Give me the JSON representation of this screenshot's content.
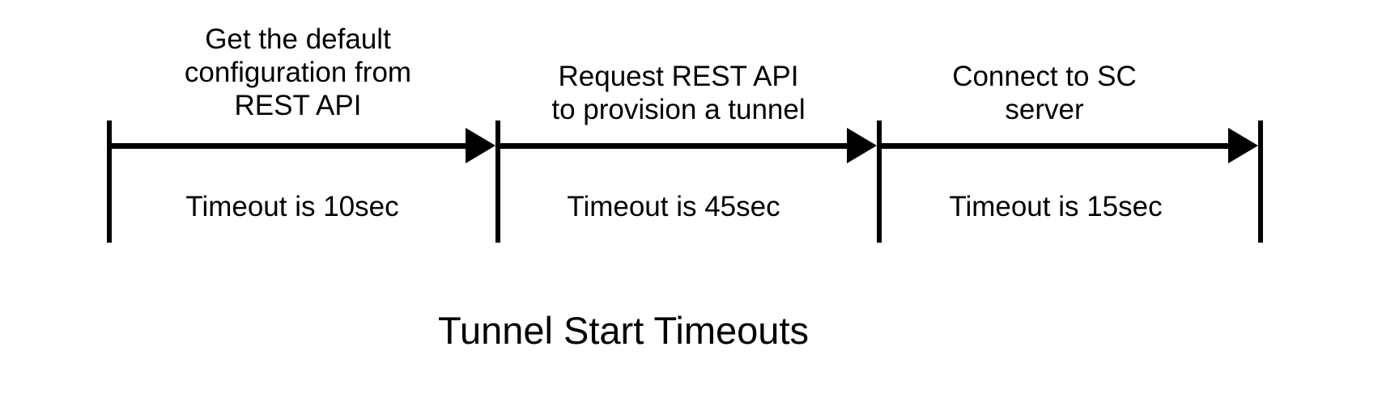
{
  "title": "Tunnel Start Timeouts",
  "colors": {
    "foreground": "#000000",
    "background": "#ffffff"
  },
  "diagram": {
    "type": "timeline",
    "sections": [
      {
        "label": "Get the default\nconfiguration from\nREST API",
        "timeout": "Timeout is 10sec"
      },
      {
        "label": "Request REST API\nto provision a tunnel",
        "timeout": "Timeout is 45sec"
      },
      {
        "label": "Connect to SC\nserver",
        "timeout": "Timeout is 15sec"
      }
    ]
  }
}
